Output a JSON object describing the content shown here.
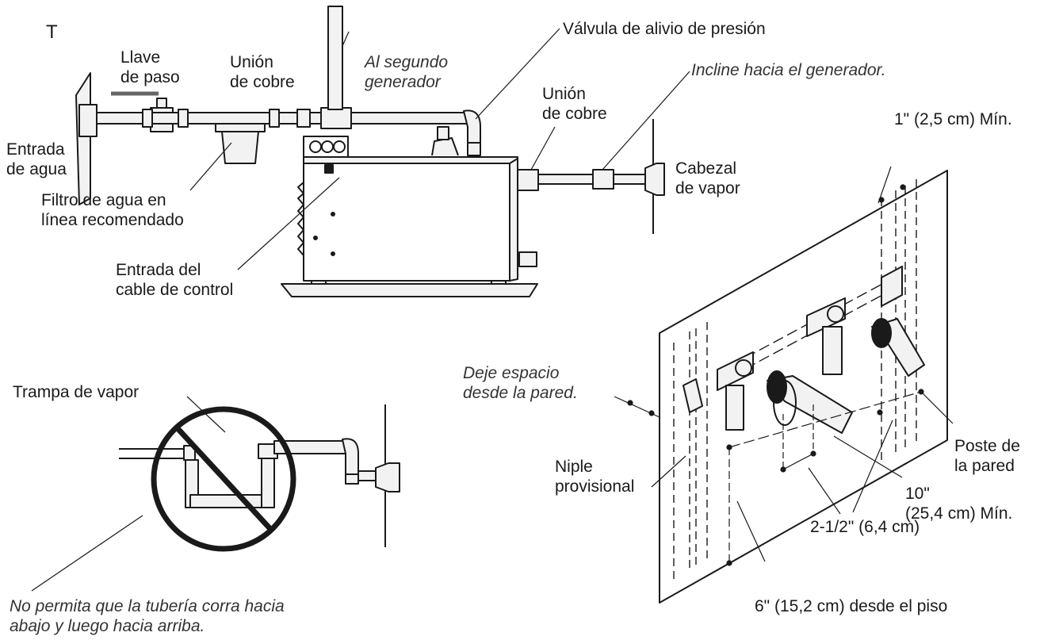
{
  "labels": {
    "t_fitting": "T",
    "shutoff_valve": [
      "Llave",
      "de paso"
    ],
    "copper_union_1": [
      "Unión",
      "de cobre"
    ],
    "second_generator": [
      "Al segundo",
      "generador"
    ],
    "pressure_relief_valve": "Válvula de alivio de presión",
    "slope_note": "Incline hacia el generador.",
    "copper_union_2": [
      "Unión",
      "de cobre"
    ],
    "water_inlet": [
      "Entrada",
      "de agua"
    ],
    "water_filter": [
      "Filtro de agua en",
      "línea recomendado"
    ],
    "steam_head": [
      "Cabezal",
      "de vapor"
    ],
    "control_cable_inlet": [
      "Entrada del",
      "cable de control"
    ],
    "min_1in": "1\" (2,5 cm) Mín.",
    "wall_space": [
      "Deje espacio",
      "desde la pared."
    ],
    "steam_trap": "Trampa de vapor",
    "wall_stud": [
      "Poste de",
      "la pared"
    ],
    "temp_nipple": [
      "Niple",
      "provisional"
    ],
    "min_10in": [
      "10\"",
      "(25,4 cm) Mín."
    ],
    "spacing_2_5in": "2-1/2\" (6,4 cm)",
    "no_trap_note": [
      "No permita que la tubería corra hacia",
      "abajo y luego hacia arriba."
    ],
    "floor_6in": "6\" (15,2 cm) desde el piso"
  },
  "colors": {
    "line": "#1a1a1a",
    "pipe_fill": "#f2f2f2",
    "box_fill": "#ffffff",
    "text": "#1a1a1a"
  }
}
